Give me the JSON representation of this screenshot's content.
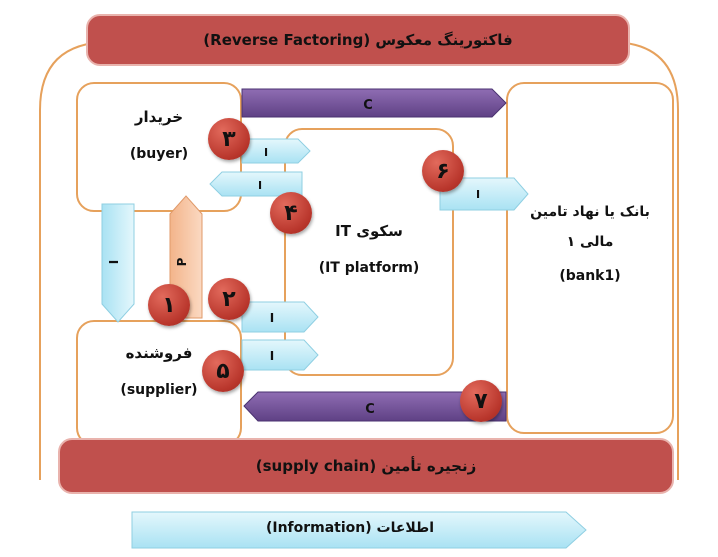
{
  "title": "فاکتورینگ معکوس (Reverse Factoring)",
  "buyer": {
    "fa": "خریدار",
    "en": "(buyer)"
  },
  "supplier": {
    "fa": "فروشنده",
    "en": "(supplier)"
  },
  "platform": {
    "fa": "سکوی IT",
    "en": "(IT platform)"
  },
  "bank": {
    "line1": "بانک یا نهاد تامین",
    "line2": "مالی ۱",
    "en": "(bank1)"
  },
  "supply_chain": "زنجیره تأمین (supply chain)",
  "legend": "اطلاعات (Information)",
  "arrows": {
    "c_top": "C",
    "c_bottom": "C",
    "i": "I",
    "p": "P"
  },
  "steps": [
    "۱",
    "۲",
    "۳",
    "۴",
    "۵",
    "۶",
    "۷"
  ],
  "colors": {
    "banner": "#c0504d",
    "box_border": "#e6a15c",
    "info_arrow": "#c9eef8",
    "cash_arrow": "#7b5a9e",
    "product_arrow": "#f6c4a0",
    "badge": "#c0392b"
  }
}
